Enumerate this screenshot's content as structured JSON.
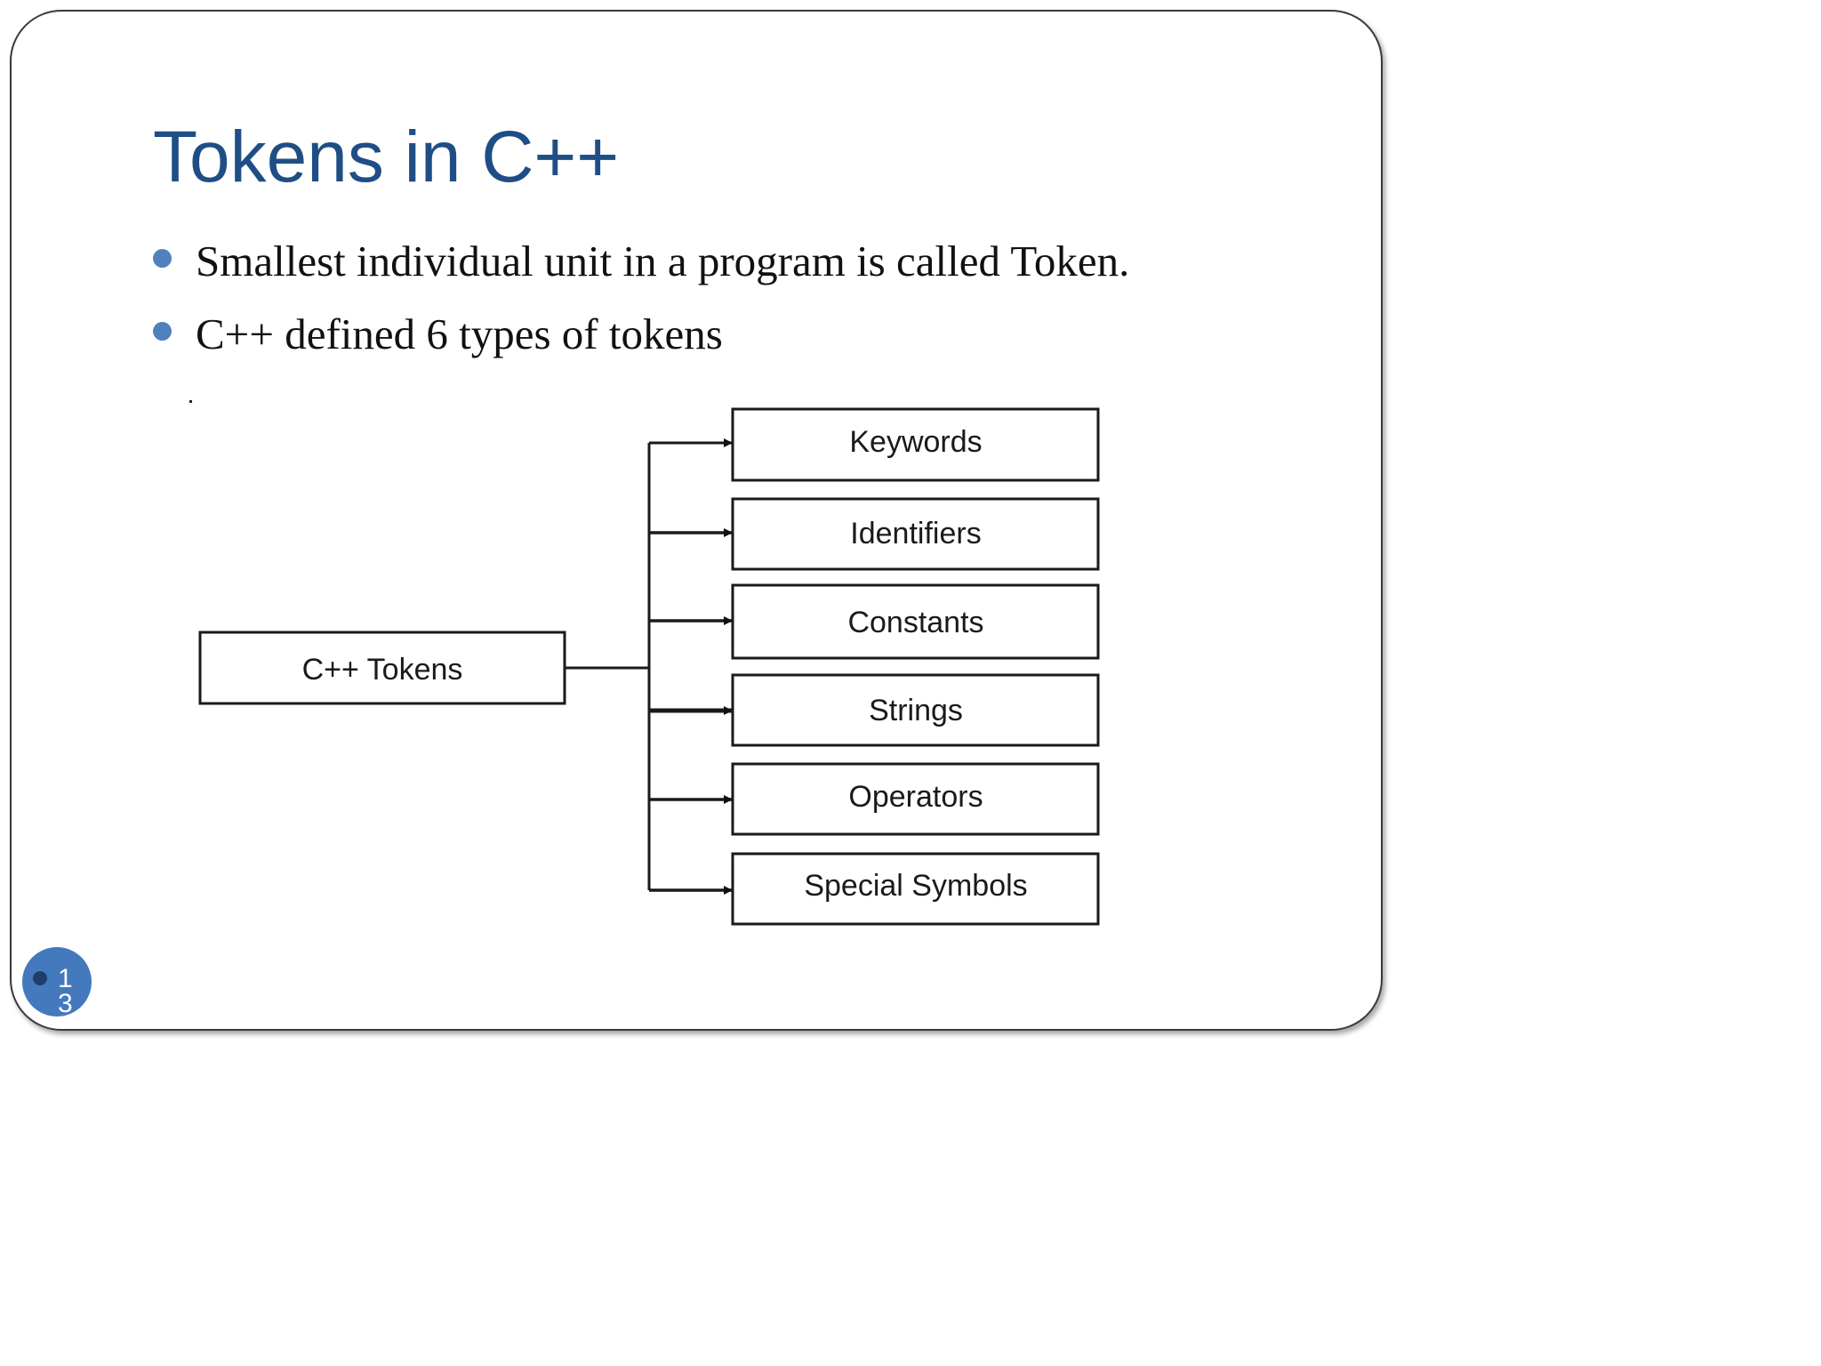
{
  "slide": {
    "title": "Tokens in C++",
    "page_number": "13"
  },
  "bullets": [
    {
      "text": "Smallest individual unit in a program is called Token."
    },
    {
      "text": "C++ defined 6 types of tokens"
    }
  ],
  "diagram": {
    "root": "C++ Tokens",
    "children": [
      "Keywords",
      "Identifiers",
      "Constants",
      "Strings",
      "Operators",
      "Special Symbols"
    ]
  },
  "colors": {
    "title": "#1f4e86",
    "bullet": "#4f81bd",
    "badge": "#4479bd"
  }
}
